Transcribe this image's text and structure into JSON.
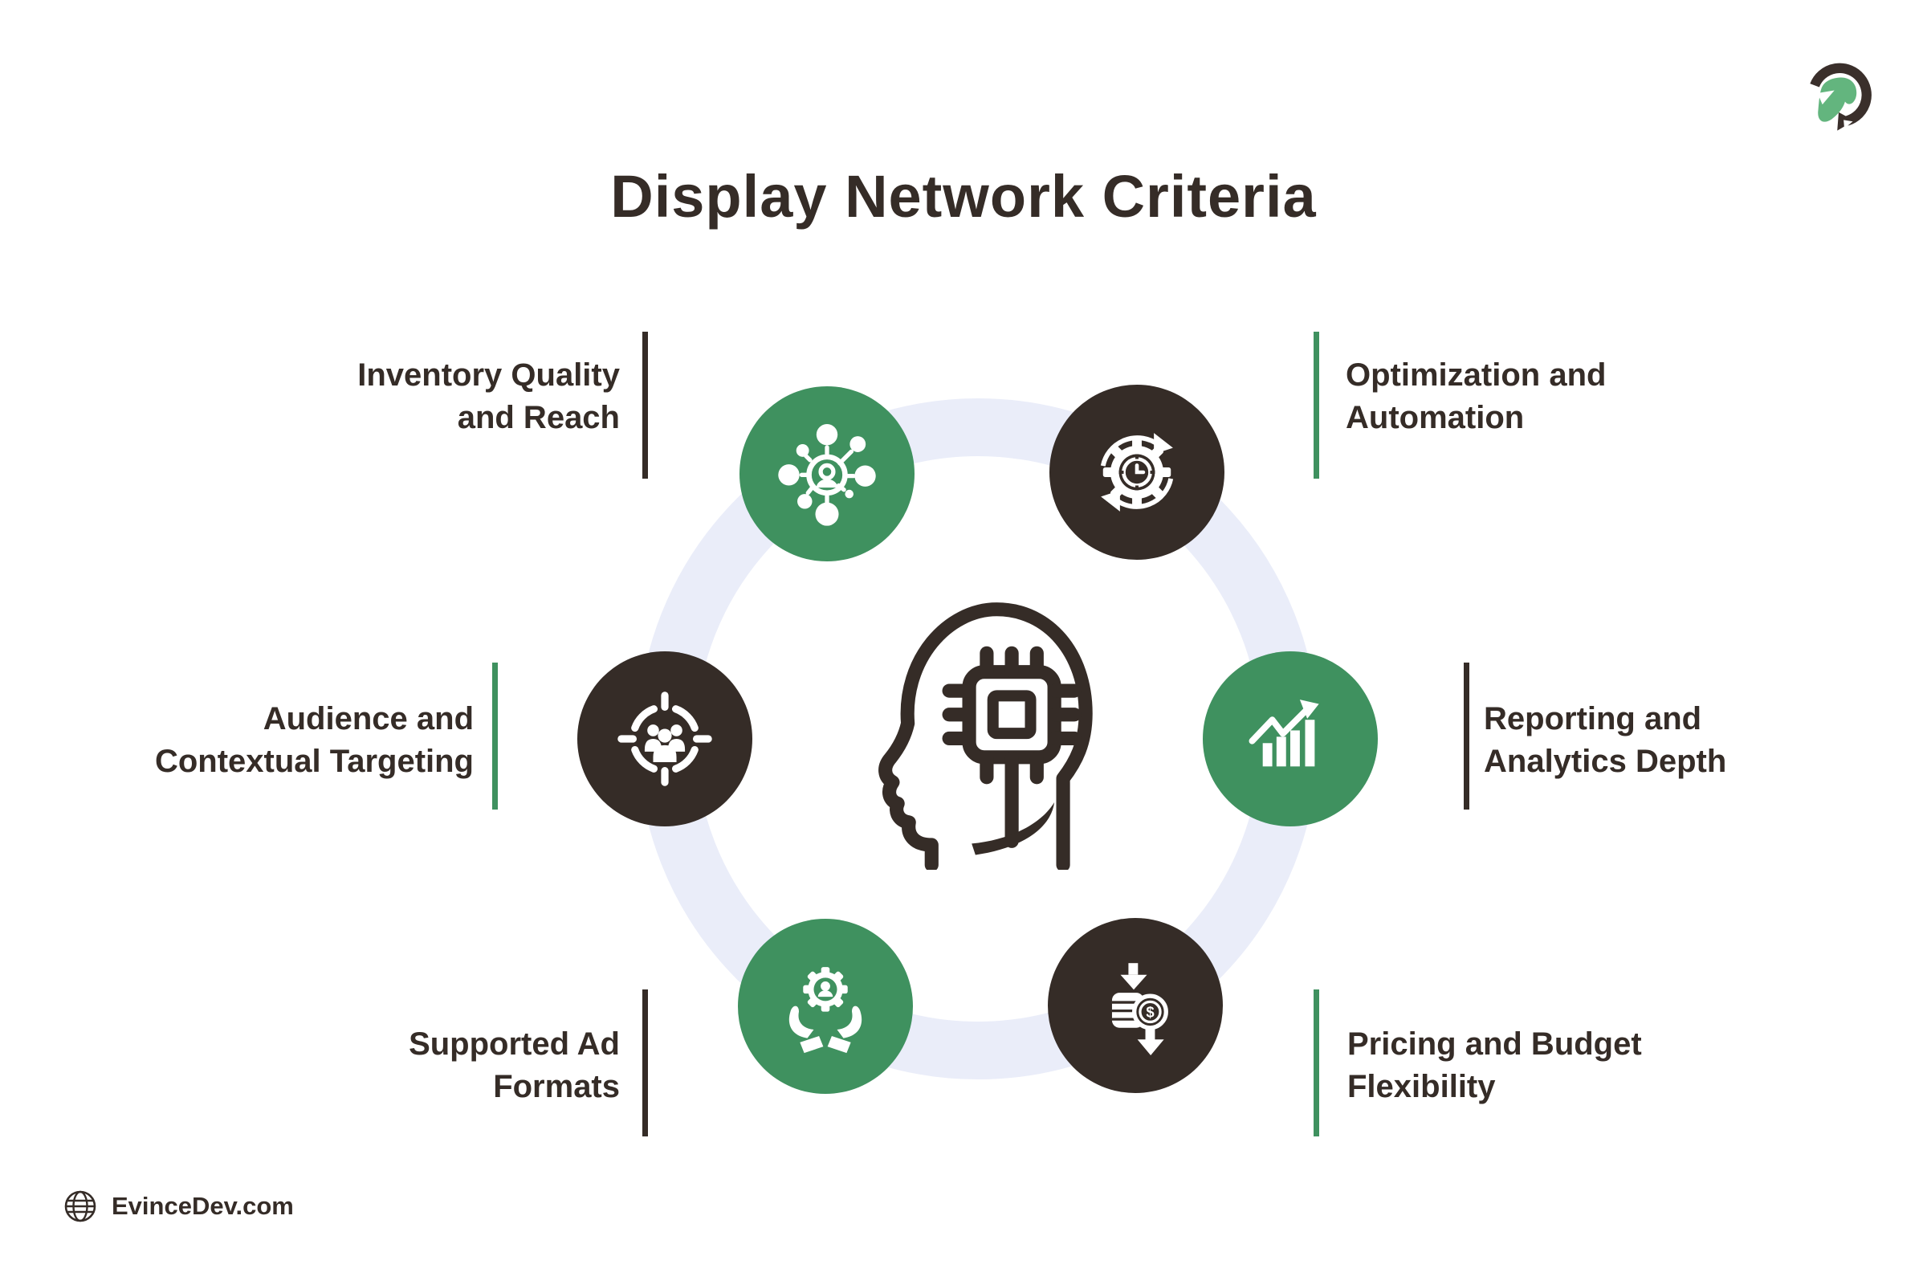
{
  "title": "Display Network Criteria",
  "colors": {
    "green": "#3F915F",
    "dark": "#352C27",
    "ring": "#EAEDF9",
    "background": "#FFFFFF"
  },
  "brand_logo": {
    "name": "evincedev-spartan-helmet-logo"
  },
  "center": {
    "icon": "ai-head-chip-icon"
  },
  "items": [
    {
      "id": "inventory-quality-and-reach",
      "line1": "Inventory Quality",
      "line2": "and Reach",
      "icon": "connected-users-network-icon",
      "circle_color": "green",
      "divider_color": "dark",
      "side": "left"
    },
    {
      "id": "optimization-and-automation",
      "line1": "Optimization and",
      "line2": "Automation",
      "icon": "gear-clock-sync-icon",
      "circle_color": "dark",
      "divider_color": "green",
      "side": "right"
    },
    {
      "id": "audience-and-contextual-targeting",
      "line1": "Audience and",
      "line2": "Contextual Targeting",
      "icon": "audience-target-icon",
      "circle_color": "dark",
      "divider_color": "green",
      "side": "left"
    },
    {
      "id": "reporting-and-analytics-depth",
      "line1": "Reporting and",
      "line2": "Analytics Depth",
      "icon": "growth-bar-chart-icon",
      "circle_color": "green",
      "divider_color": "dark",
      "side": "right"
    },
    {
      "id": "supported-ad-formats",
      "line1": "Supported Ad",
      "line2": "Formats",
      "icon": "hands-holding-gear-icon",
      "circle_color": "green",
      "divider_color": "dark",
      "side": "left"
    },
    {
      "id": "pricing-and-budget-flexibility",
      "line1": "Pricing and Budget",
      "line2": "Flexibility",
      "icon": "coins-cost-down-icon",
      "circle_color": "dark",
      "divider_color": "green",
      "side": "right",
      "coin_symbol": "$"
    }
  ],
  "footer": {
    "site_label": "EvinceDev.com",
    "icon": "globe-icon"
  }
}
